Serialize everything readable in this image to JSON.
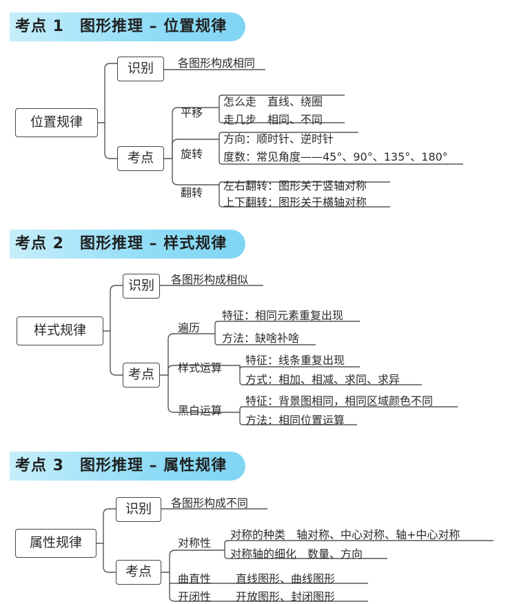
{
  "sections": [
    {
      "title": "考点 1　图形推理 – 位置规律",
      "root": "位置规律",
      "identify": {
        "label": "识别",
        "note": "各图形构成相同"
      },
      "key": "考点",
      "groups": [
        {
          "label": "平移",
          "items": [
            "怎么走　直线、绕圈",
            "走几步　相同、不同"
          ]
        },
        {
          "label": "旋转",
          "items": [
            "方向：顺时针、逆时针",
            "度数：常见角度——45°、90°、135°、180°"
          ]
        },
        {
          "label": "翻转",
          "items": [
            "左右翻转：图形关于竖轴对称",
            "上下翻转：图形关于横轴对称"
          ]
        }
      ]
    },
    {
      "title": "考点 2　图形推理 – 样式规律",
      "root": "样式规律",
      "identify": {
        "label": "识别",
        "note": "各图形构成相似"
      },
      "key": "考点",
      "groups": [
        {
          "label": "遍历",
          "items": [
            "特征：相同元素重复出现",
            "方法：缺啥补啥"
          ]
        },
        {
          "label": "样式运算",
          "items": [
            "特征：线条重复出现",
            "方式：相加、相减、求同、求异"
          ]
        },
        {
          "label": "黑白运算",
          "items": [
            "特征：背景图相同，相同区域颜色不同",
            "方法：相同位置运算"
          ]
        }
      ]
    },
    {
      "title": "考点 3　图形推理 – 属性规律",
      "root": "属性规律",
      "identify": {
        "label": "识别",
        "note": "各图形构成不同"
      },
      "key": "考点",
      "groups": [
        {
          "label": "对称性",
          "items": [
            "对称的种类　轴对称、中心对称、轴+中心对称",
            "对称轴的细化　数量、方向"
          ]
        },
        {
          "label": "曲直性",
          "items": [
            "直线图形、曲线图形"
          ]
        },
        {
          "label": "开闭性",
          "items": [
            "开放图形、封闭图形"
          ]
        }
      ]
    }
  ]
}
